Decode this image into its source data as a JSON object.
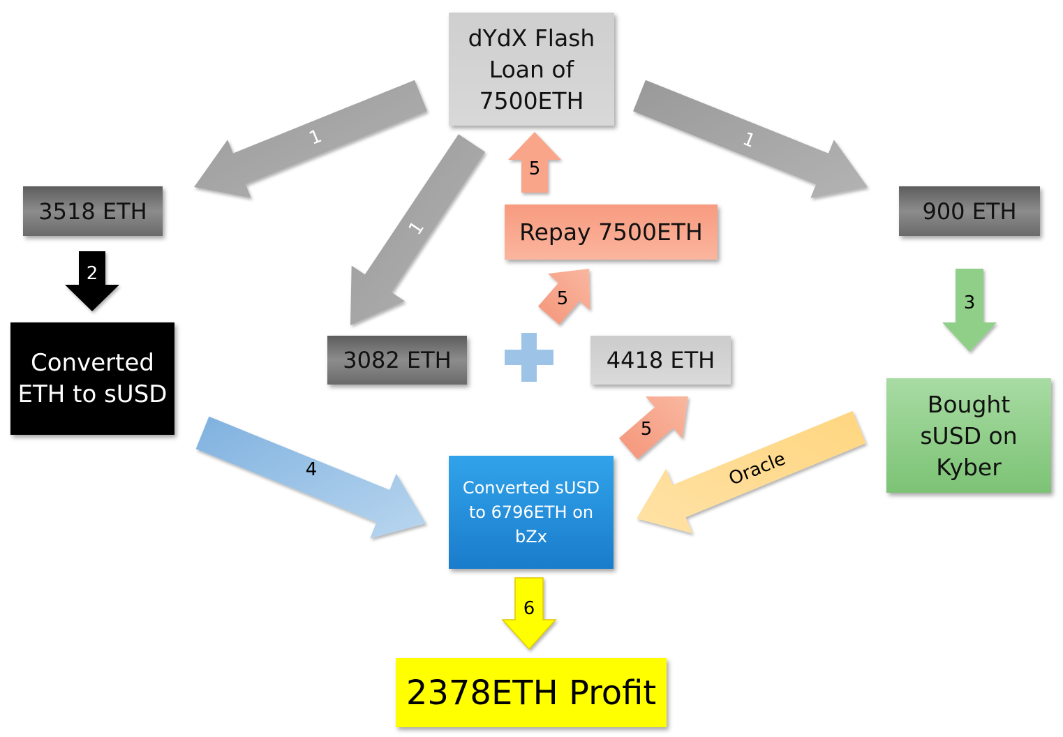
{
  "nodes": {
    "flash_loan": "dYdX Flash\nLoan of\n7500ETH",
    "eth_3518": "3518 ETH",
    "eth_900": "900 ETH",
    "converted_eth_susd": "Converted\nETH to sUSD",
    "eth_3082": "3082 ETH",
    "eth_4418": "4418 ETH",
    "repay": "Repay 7500ETH",
    "bought_susd": "Bought\nsUSD on\nKyber",
    "converted_susd_eth": "Converted sUSD\nto 6796ETH on\nbZx",
    "profit": "2378ETH Profit"
  },
  "edges": {
    "step1_left": "1",
    "step1_middle": "1",
    "step1_right": "1",
    "step2": "2",
    "step3": "3",
    "step4": "4",
    "oracle": "Oracle",
    "step5_top": "5",
    "step5_middle": "5",
    "step5_bottom": "5",
    "step6": "6",
    "plus": "+"
  },
  "colors": {
    "gray_arrow": "#a6a6a6",
    "dark_box": "#7a7a7a",
    "light_box": "#d0d0d0",
    "black": "#000000",
    "salmon": "#f8a58a",
    "blue_box": "#1f8fdc",
    "light_blue": "#9dc3e6",
    "green": "#8fcf88",
    "orange": "#ffd679",
    "yellow": "#ffff00"
  }
}
